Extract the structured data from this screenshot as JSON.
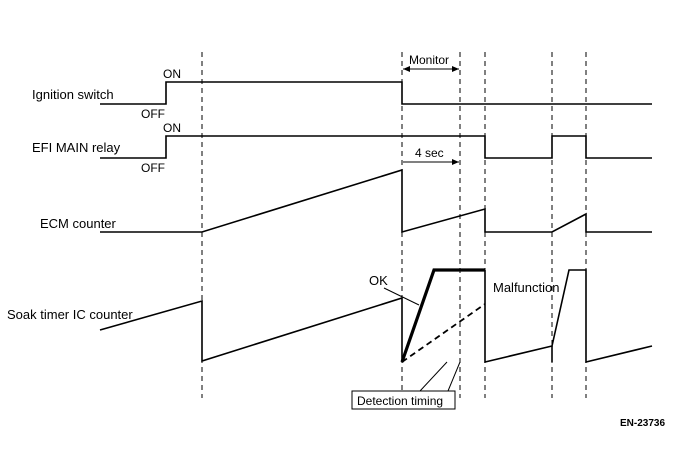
{
  "rows": {
    "ignition": {
      "label": "Ignition switch",
      "on": "ON",
      "off": "OFF"
    },
    "efi": {
      "label": "EFI MAIN relay",
      "on": "ON",
      "off": "OFF"
    },
    "ecm": {
      "label": "ECM counter"
    },
    "soak": {
      "label": "Soak timer IC counter"
    }
  },
  "annotations": {
    "monitor": "Monitor",
    "four_sec": "4 sec",
    "ok": "OK",
    "malfunction": "Malfunction",
    "detection": "Detection timing"
  },
  "figure_id": "EN-23736"
}
